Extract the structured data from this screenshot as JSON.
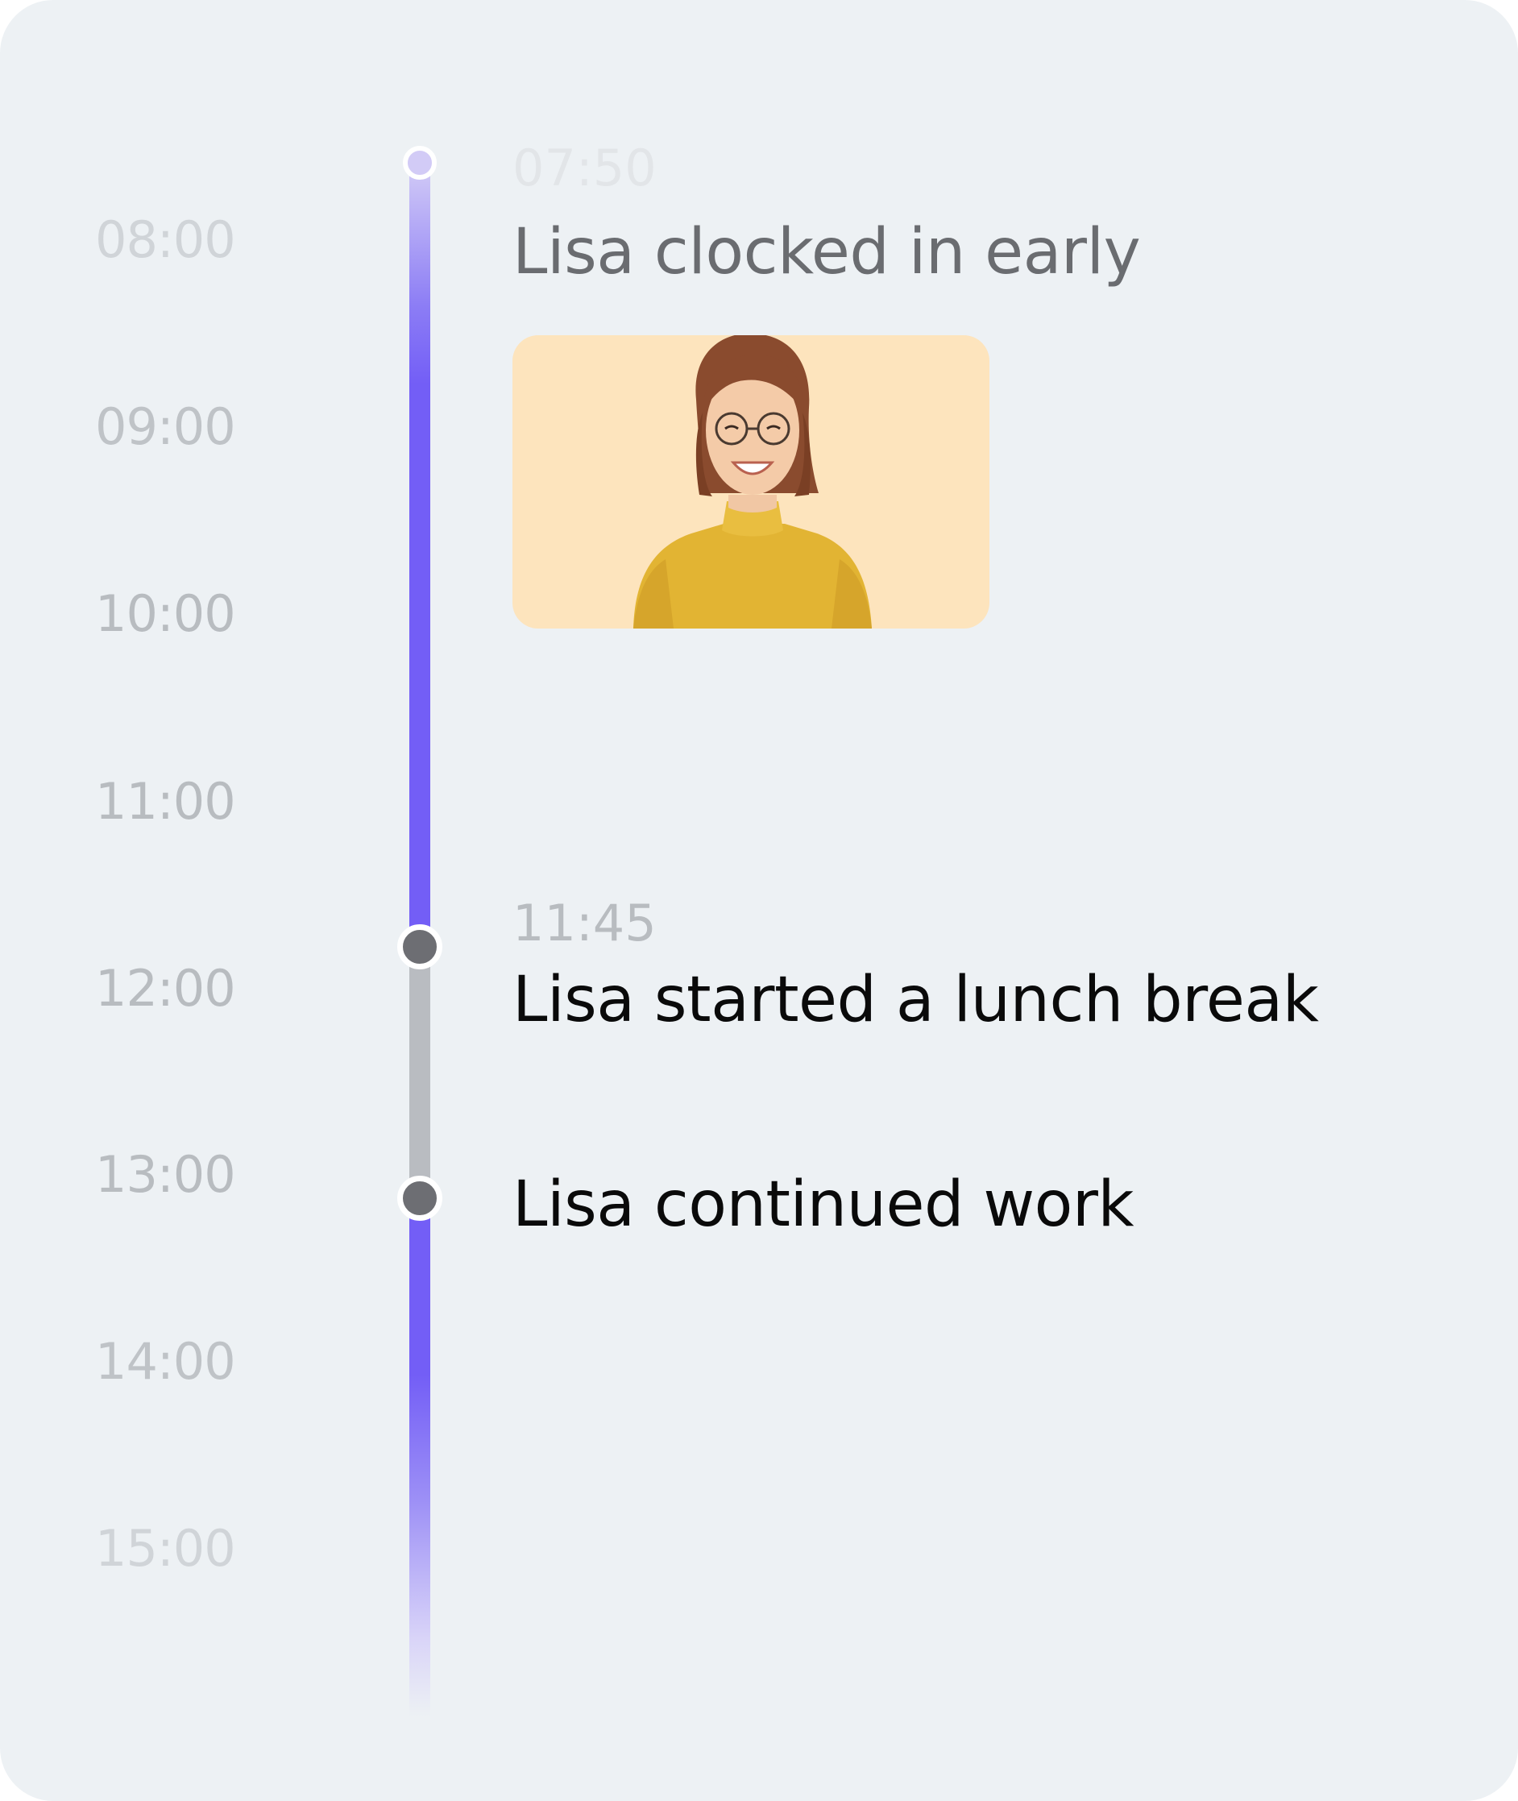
{
  "timeline": {
    "hours": [
      "08:00",
      "09:00",
      "10:00",
      "11:00",
      "12:00",
      "13:00",
      "14:00",
      "15:00"
    ],
    "events": [
      {
        "time": "07:50",
        "title": "Lisa clocked in early",
        "photo_icon": "lisa-portrait-photo"
      },
      {
        "time": "11:45",
        "title": "Lisa started a lunch break"
      },
      {
        "time": "",
        "title": "Lisa continued work"
      }
    ]
  },
  "colors": {
    "background": "#edf1f4",
    "active_track": "#735ef6",
    "break_track": "#b9bcc1",
    "marker": "#6d6e73",
    "photo_background": "#fde4bd",
    "sweater": "#e2b433"
  }
}
